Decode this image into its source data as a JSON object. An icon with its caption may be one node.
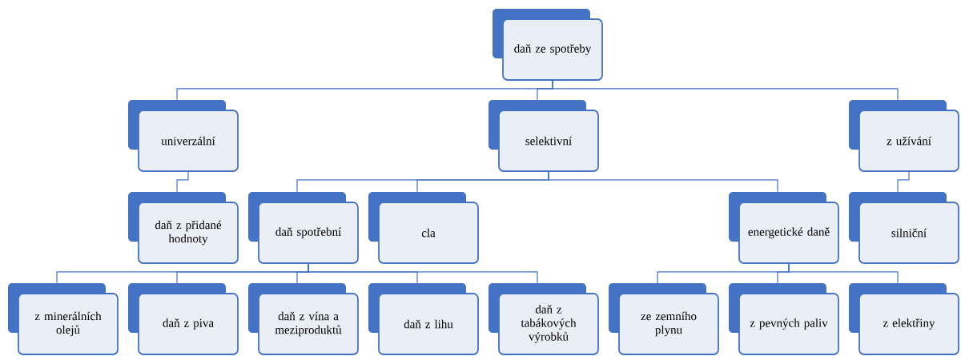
{
  "diagram": {
    "nodes": [
      {
        "text": [
          "daň ze spotřeby"
        ]
      },
      {
        "text": [
          "univerzální"
        ]
      },
      {
        "text": [
          "selektivní"
        ]
      },
      {
        "text": [
          "z užívání"
        ]
      },
      {
        "text": [
          "daň z přidané hodnoty"
        ]
      },
      {
        "text": [
          "daň spotřební"
        ]
      },
      {
        "text": [
          "cla"
        ]
      },
      {
        "text": [
          "energetické daně"
        ]
      },
      {
        "text": [
          "silniční"
        ]
      },
      {
        "text": [
          "z minerálních olejů"
        ]
      },
      {
        "text": [
          "daň z piva"
        ]
      },
      {
        "text": [
          "daň z vína a meziproduktů"
        ]
      },
      {
        "text": [
          "daň z lihu"
        ]
      },
      {
        "text": [
          "daň z tabákových výrobků"
        ]
      },
      {
        "text": [
          "ze zemního plynu"
        ]
      },
      {
        "text": [
          "z pevných paliv"
        ]
      },
      {
        "text": [
          "z elektřiny"
        ]
      }
    ],
    "edges": [
      {
        "from": 0,
        "to": 1,
        "arrow": "none"
      },
      {
        "from": 0,
        "to": 2,
        "arrow": "none"
      },
      {
        "from": 0,
        "to": 3,
        "arrow": "none"
      },
      {
        "from": 1,
        "to": 4,
        "arrow": "none"
      },
      {
        "from": 2,
        "to": 5,
        "arrow": "none"
      },
      {
        "from": 2,
        "to": 6,
        "arrow": "none"
      },
      {
        "from": 2,
        "to": 7,
        "arrow": "none"
      },
      {
        "from": 3,
        "to": 8,
        "arrow": "none"
      },
      {
        "from": 5,
        "to": 9,
        "arrow": "none"
      },
      {
        "from": 5,
        "to": 10,
        "arrow": "none"
      },
      {
        "from": 5,
        "to": 11,
        "arrow": "none"
      },
      {
        "from": 5,
        "to": 12,
        "arrow": "none"
      },
      {
        "from": 5,
        "to": 13,
        "arrow": "none"
      },
      {
        "from": 7,
        "to": 14,
        "arrow": "none"
      },
      {
        "from": 7,
        "to": 15,
        "arrow": "none"
      },
      {
        "from": 7,
        "to": 16,
        "arrow": "none"
      }
    ]
  }
}
